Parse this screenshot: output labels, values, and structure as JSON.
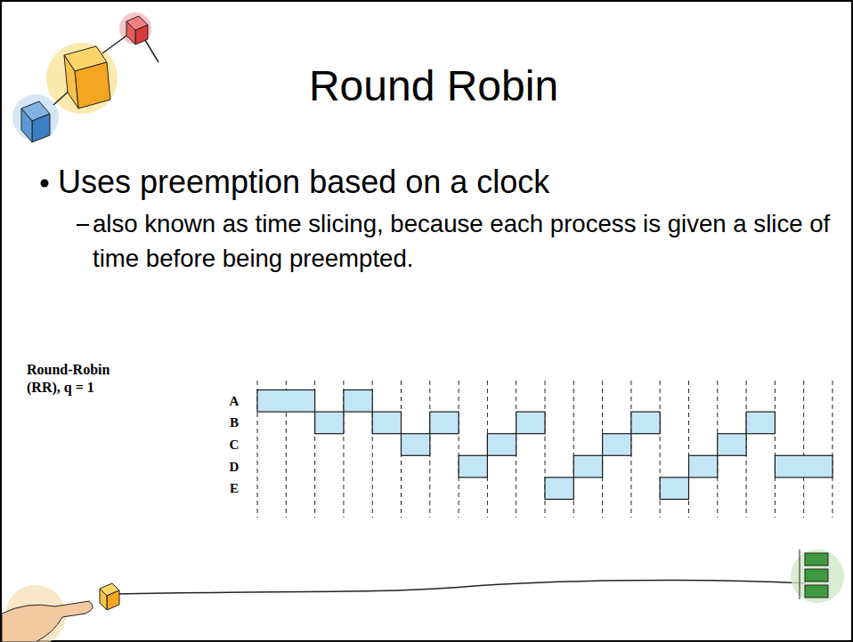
{
  "diagram": {
    "title": "Round Robin",
    "labels": [
      "Uses preemption based on a clock",
      "also known as time slicing, because each process is given a slice of time before being preempted.",
      "Round-Robin (RR), q = 1",
      "A",
      "B",
      "C",
      "D",
      "E"
    ]
  }
}
